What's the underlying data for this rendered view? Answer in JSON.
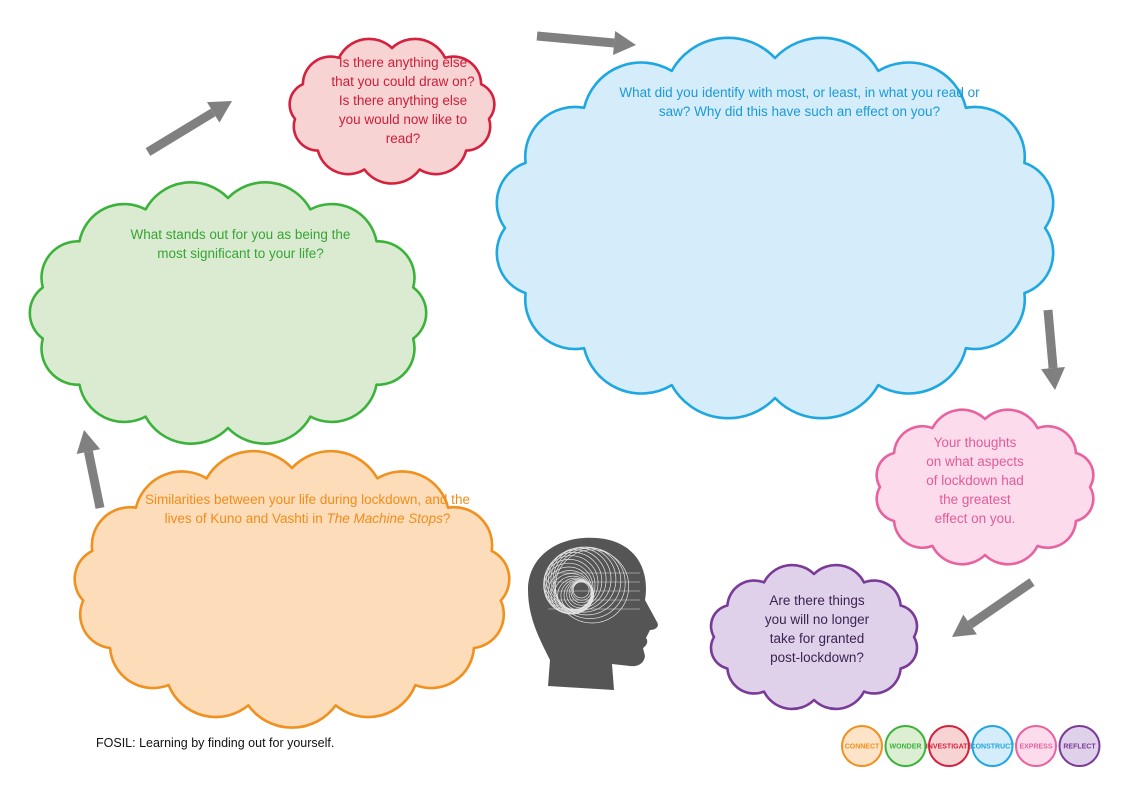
{
  "clouds": {
    "red": {
      "text": "Is there anything else that you could draw on?  Is there anything else you would now like to read?",
      "stroke": "#d4213d",
      "fill": "#f8d3d3",
      "text_color": "#cc1e3a"
    },
    "blue": {
      "text": "What did you identify with most, or least, in what you read or saw?  Why did this have such an effect on you?",
      "stroke": "#1ea7e0",
      "fill": "#d5ecfa",
      "text_color": "#1b9ad6"
    },
    "green": {
      "text": "What stands out for you as being the most significant to your life?",
      "stroke": "#3bb33b",
      "fill": "#dbebd1",
      "text_color": "#35a535"
    },
    "orange": {
      "text_before": "Similarities between your life during lockdown, and the lives of Kuno and Vashti in ",
      "text_italic": "The Machine Stops",
      "text_after": "?",
      "stroke": "#f0901e",
      "fill": "#fdddb9",
      "text_color": "#f08c1c"
    },
    "pink": {
      "text": "Your thoughts on what aspects of lockdown had the greatest effect on you.",
      "stroke": "#e8629f",
      "fill": "#fcdcec",
      "text_color": "#e15b98"
    },
    "purple": {
      "text": "Are there things you will no longer take for granted post-lockdown?",
      "stroke": "#7a3a98",
      "fill": "#e0d1ea",
      "text_color": "#3a2352"
    }
  },
  "arrow_color": "#808080",
  "footer": {
    "text": "FOSIL: Learning by finding out for yourself."
  },
  "badges": [
    {
      "label": "CONNECT",
      "color": "#f0901e",
      "fill": "#fde4c8"
    },
    {
      "label": "WONDER",
      "color": "#3bb33b",
      "fill": "#dcefd3"
    },
    {
      "label": "INVESTIGATE",
      "color": "#d4213d",
      "fill": "#f8d3d3"
    },
    {
      "label": "CONSTRUCT",
      "color": "#1ea7e0",
      "fill": "#d5ecfa"
    },
    {
      "label": "EXPRESS",
      "color": "#e8629f",
      "fill": "#fcdcec"
    },
    {
      "label": "REFLECT",
      "color": "#7a3a98",
      "fill": "#e0d1ea"
    }
  ]
}
